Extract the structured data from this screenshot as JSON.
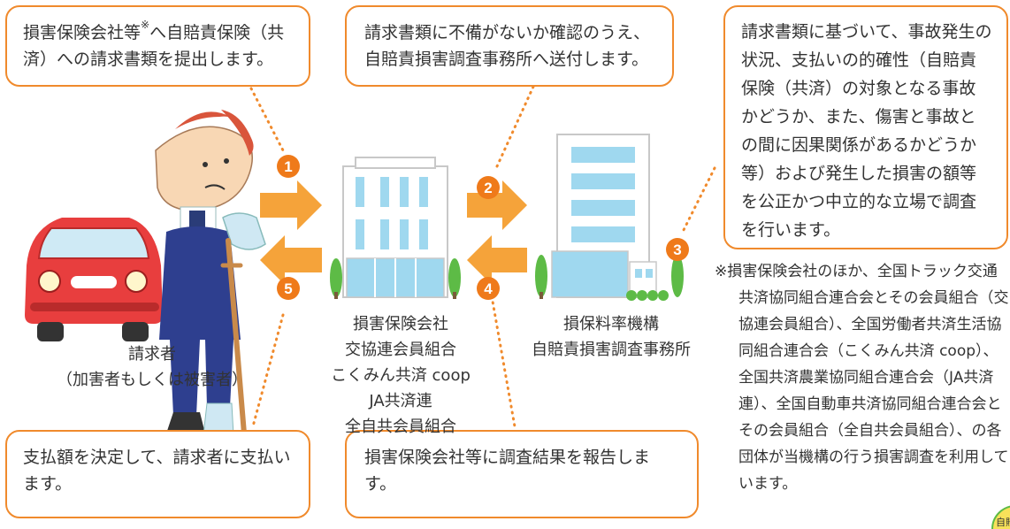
{
  "colors": {
    "accent": "#f08a2c",
    "arrow": "#f5a33a",
    "number_badge": "#ef7a1a",
    "dotted_line": "#f08a2c",
    "building_window": "#9fd8ef",
    "tree": "#5dbb46",
    "car": "#e83e3e"
  },
  "steps": {
    "s1": {
      "number": "1",
      "text_a": "損害保険会社等",
      "note_mark": "※",
      "text_b": "へ自賠責保険（共済）への請求書類を提出します。"
    },
    "s2": {
      "number": "2",
      "text": "請求書類に不備がないか確認のうえ、自賠責損害調査事務所へ送付します。"
    },
    "s3": {
      "number": "3",
      "text": "請求書類に基づいて、事故発生の状況、支払いの的確性（自賠責保険（共済）の対象となる事故かどうか、また、傷害と事故との間に因果関係があるかどうか等）および発生した損害の額等を公正かつ中立的な立場で調査を行います。"
    },
    "s4": {
      "number": "4",
      "text": "損害保険会社等に調査結果を報告します。"
    },
    "s5": {
      "number": "5",
      "text": "支払額を決定して、請求者に支払います。"
    }
  },
  "actors": {
    "claimant": {
      "line1": "請求者",
      "line2": "（加害者もしくは被害者）"
    },
    "insurer": {
      "lines": [
        "損害保険会社",
        "交協連会員組合",
        "こくみん共済 coop",
        "JA共済連",
        "全自共会員組合"
      ]
    },
    "office": {
      "line1": "損保料率機構",
      "line2": "自賠責損害調査事務所"
    }
  },
  "footnote": "※損害保険会社のほか、全国トラック交通共済協同組合連合会とその会員組合（交協連会員組合）、全国労働者共済生活協同組合連合会（こくみん共済 coop）、全国共済農業協同組合連合会（JA共済連）、全国自動車共済協同組合連合会とその会員組合（全自共会員組合）、の各団体が当機構の行う損害調査を利用しています。",
  "corner_badge": "自賠"
}
